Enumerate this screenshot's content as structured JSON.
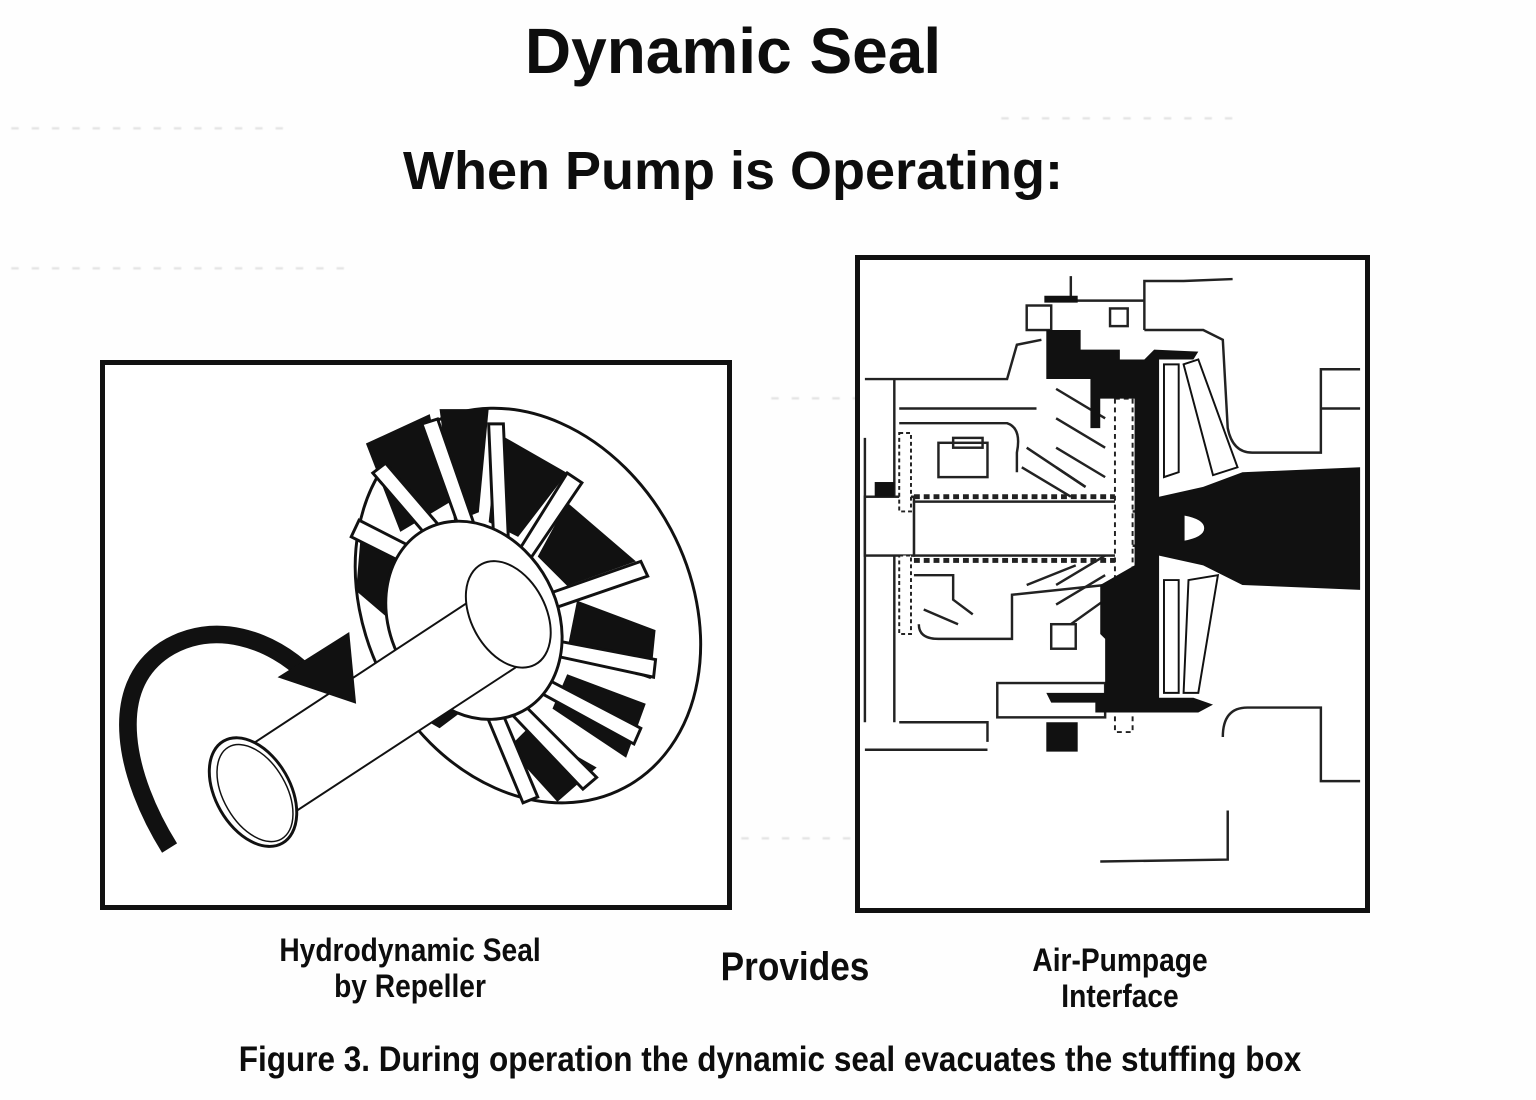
{
  "document": {
    "title": "Dynamic Seal",
    "subtitle": "When Pump is Operating:",
    "figures": {
      "left": {
        "label": "repeller-illustration",
        "caption_line1": "Hydrodynamic Seal",
        "caption_line2": "by Repeller"
      },
      "connector": {
        "label": "Provides"
      },
      "right": {
        "label": "pump-cross-section",
        "caption_line1": "Air-Pumpage",
        "caption_line2": "Interface"
      }
    },
    "figure_caption": "Figure 3.  During operation the dynamic seal evacuates the stuffing box"
  },
  "colors": {
    "ink": "#0d0d0d",
    "paper": "#fefefe",
    "bleed_through": "#e4e4e4"
  }
}
